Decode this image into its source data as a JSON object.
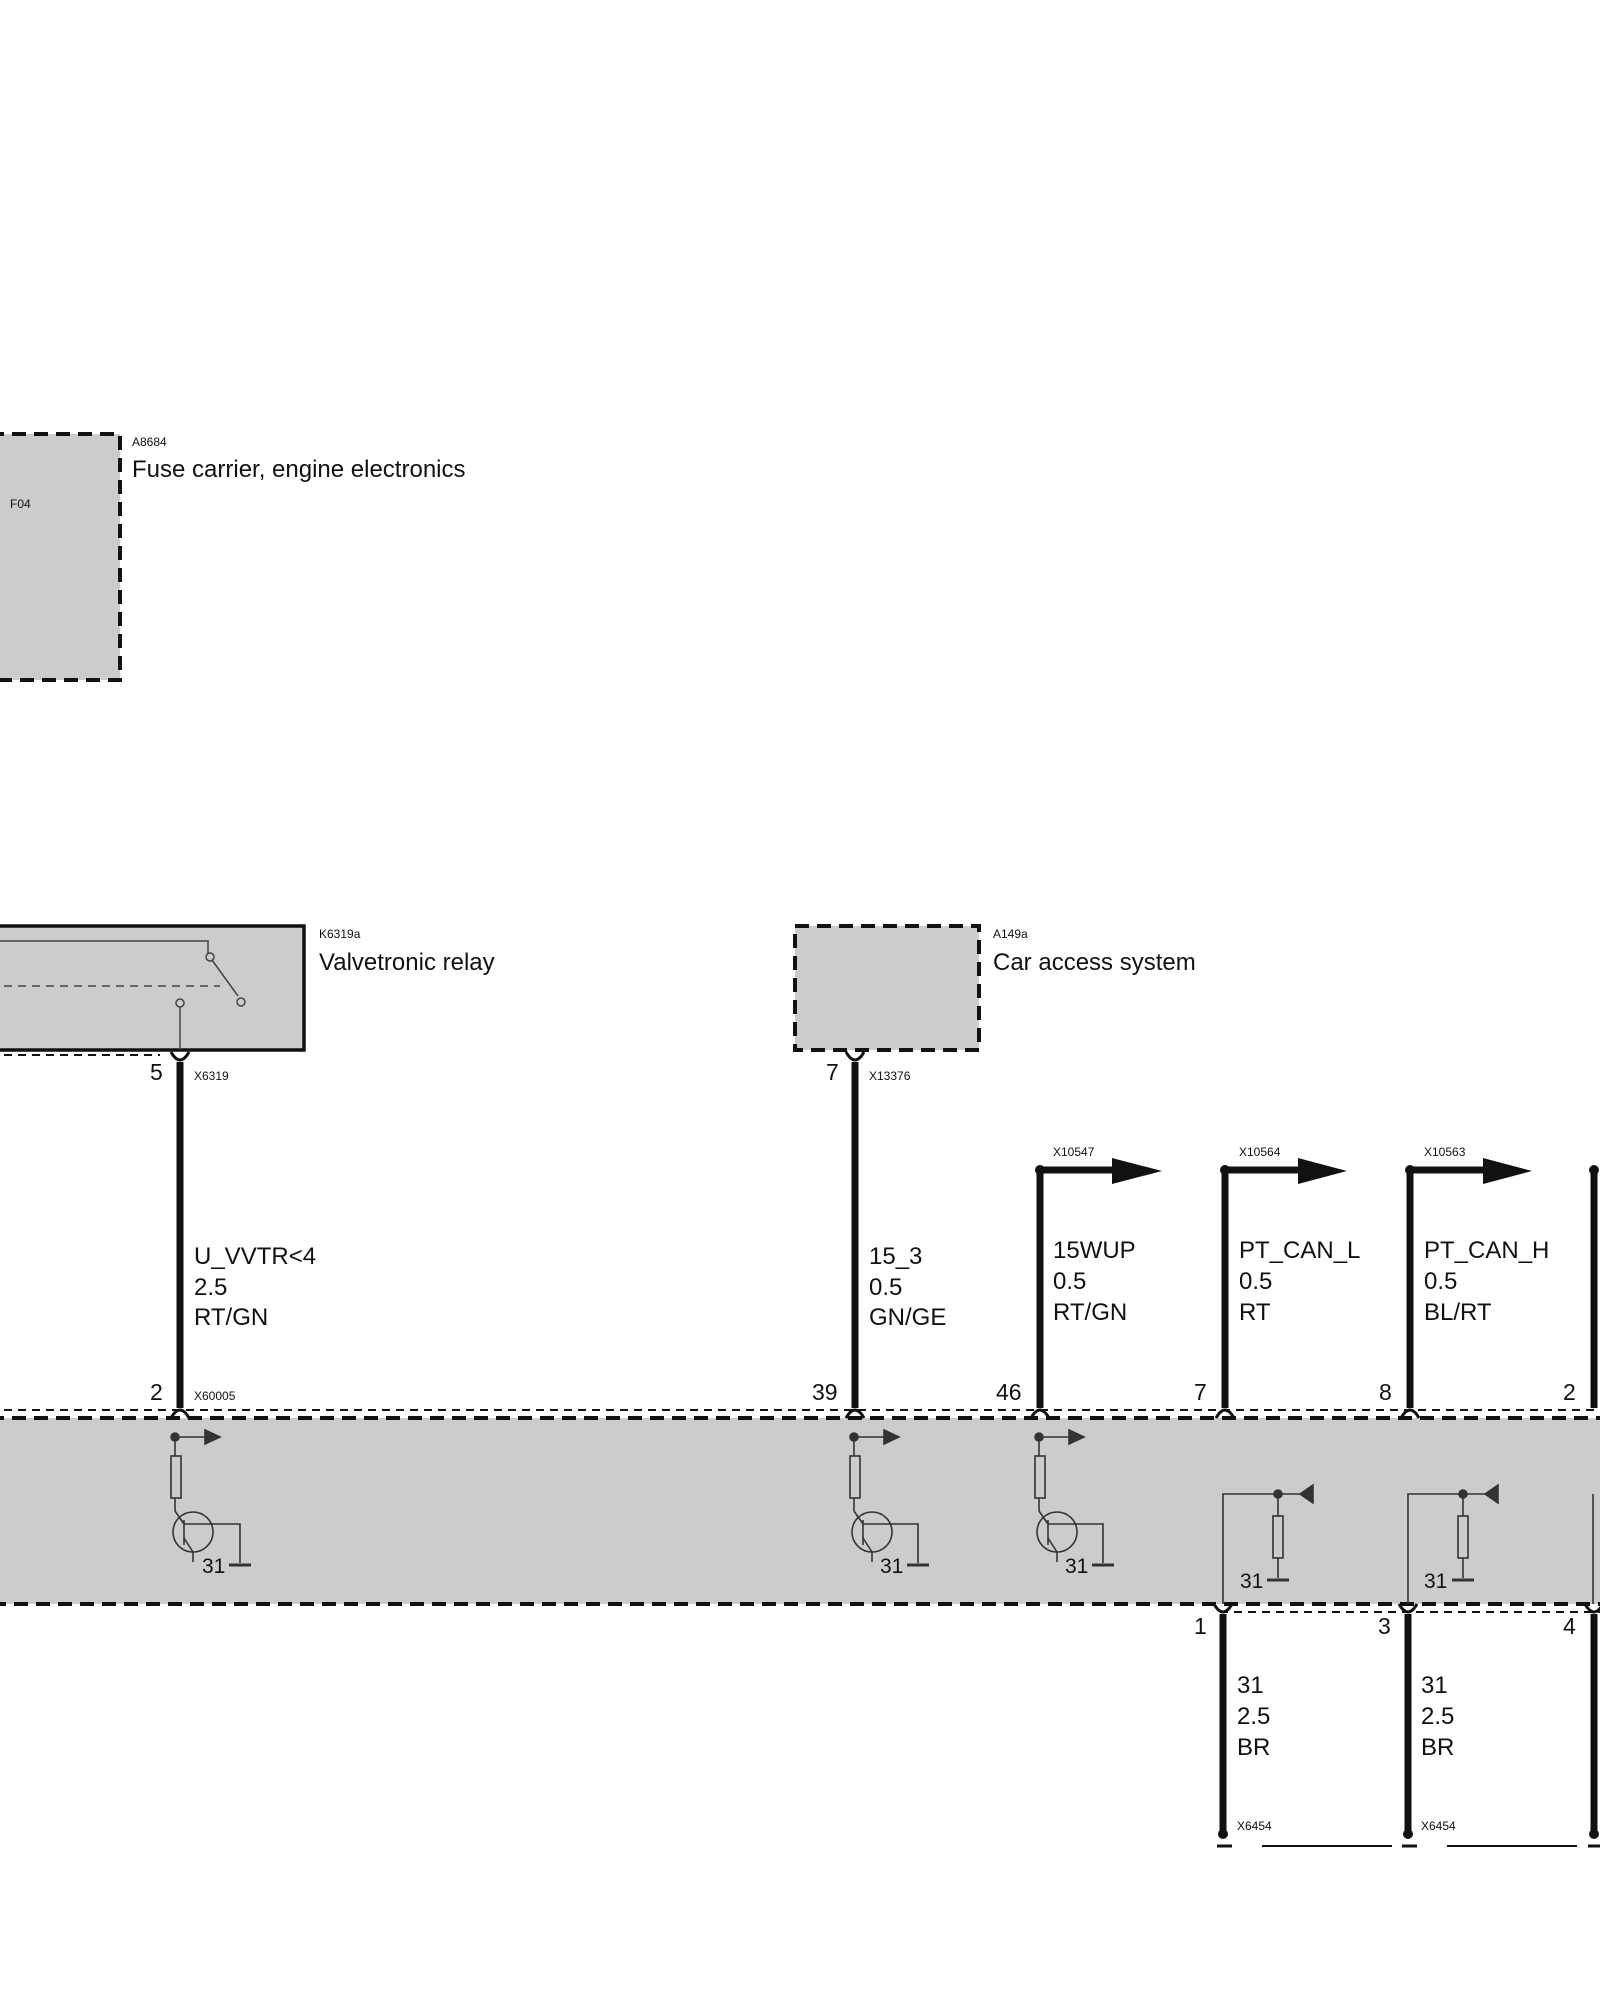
{
  "components": {
    "fuse_carrier": {
      "id": "A8684",
      "name": "Fuse carrier, engine electronics",
      "fuse": "F04"
    },
    "relay": {
      "id": "K6319a",
      "name": "Valvetronic relay"
    },
    "car_access": {
      "id": "A149a",
      "name": "Car access system"
    }
  },
  "connectors": {
    "relay_conn": "X6319",
    "cas_conn": "X13376",
    "dme_conn": "X60005",
    "ground_conn_1": "X6454",
    "ground_conn_2": "X6454"
  },
  "wires": [
    {
      "pin_top": "5",
      "pin_bottom": "2",
      "signal": "U_VVTR<4",
      "size": "2.5",
      "color": "RT/GN"
    },
    {
      "pin_top": "7",
      "pin_bottom": "39",
      "signal": "15_3",
      "size": "0.5",
      "color": "GN/GE"
    },
    {
      "pin_bottom": "46",
      "signal": "15WUP",
      "size": "0.5",
      "color": "RT/GN",
      "connector": "X10547"
    },
    {
      "pin_bottom": "7",
      "signal": "PT_CAN_L",
      "size": "0.5",
      "color": "RT",
      "connector": "X10564"
    },
    {
      "pin_bottom": "8",
      "signal": "PT_CAN_H",
      "size": "0.5",
      "color": "BL/RT",
      "connector": "X10563"
    },
    {
      "pin_bottom": "2"
    }
  ],
  "ground_wires": [
    {
      "pin": "1",
      "signal": "31",
      "size": "2.5",
      "color": "BR"
    },
    {
      "pin": "3",
      "signal": "31",
      "size": "2.5",
      "color": "BR"
    },
    {
      "pin": "4"
    }
  ],
  "ground_labels": [
    "31",
    "31",
    "31",
    "31",
    "31"
  ],
  "colors": {
    "component_fill": "#cccccc",
    "wire": "#111111"
  }
}
